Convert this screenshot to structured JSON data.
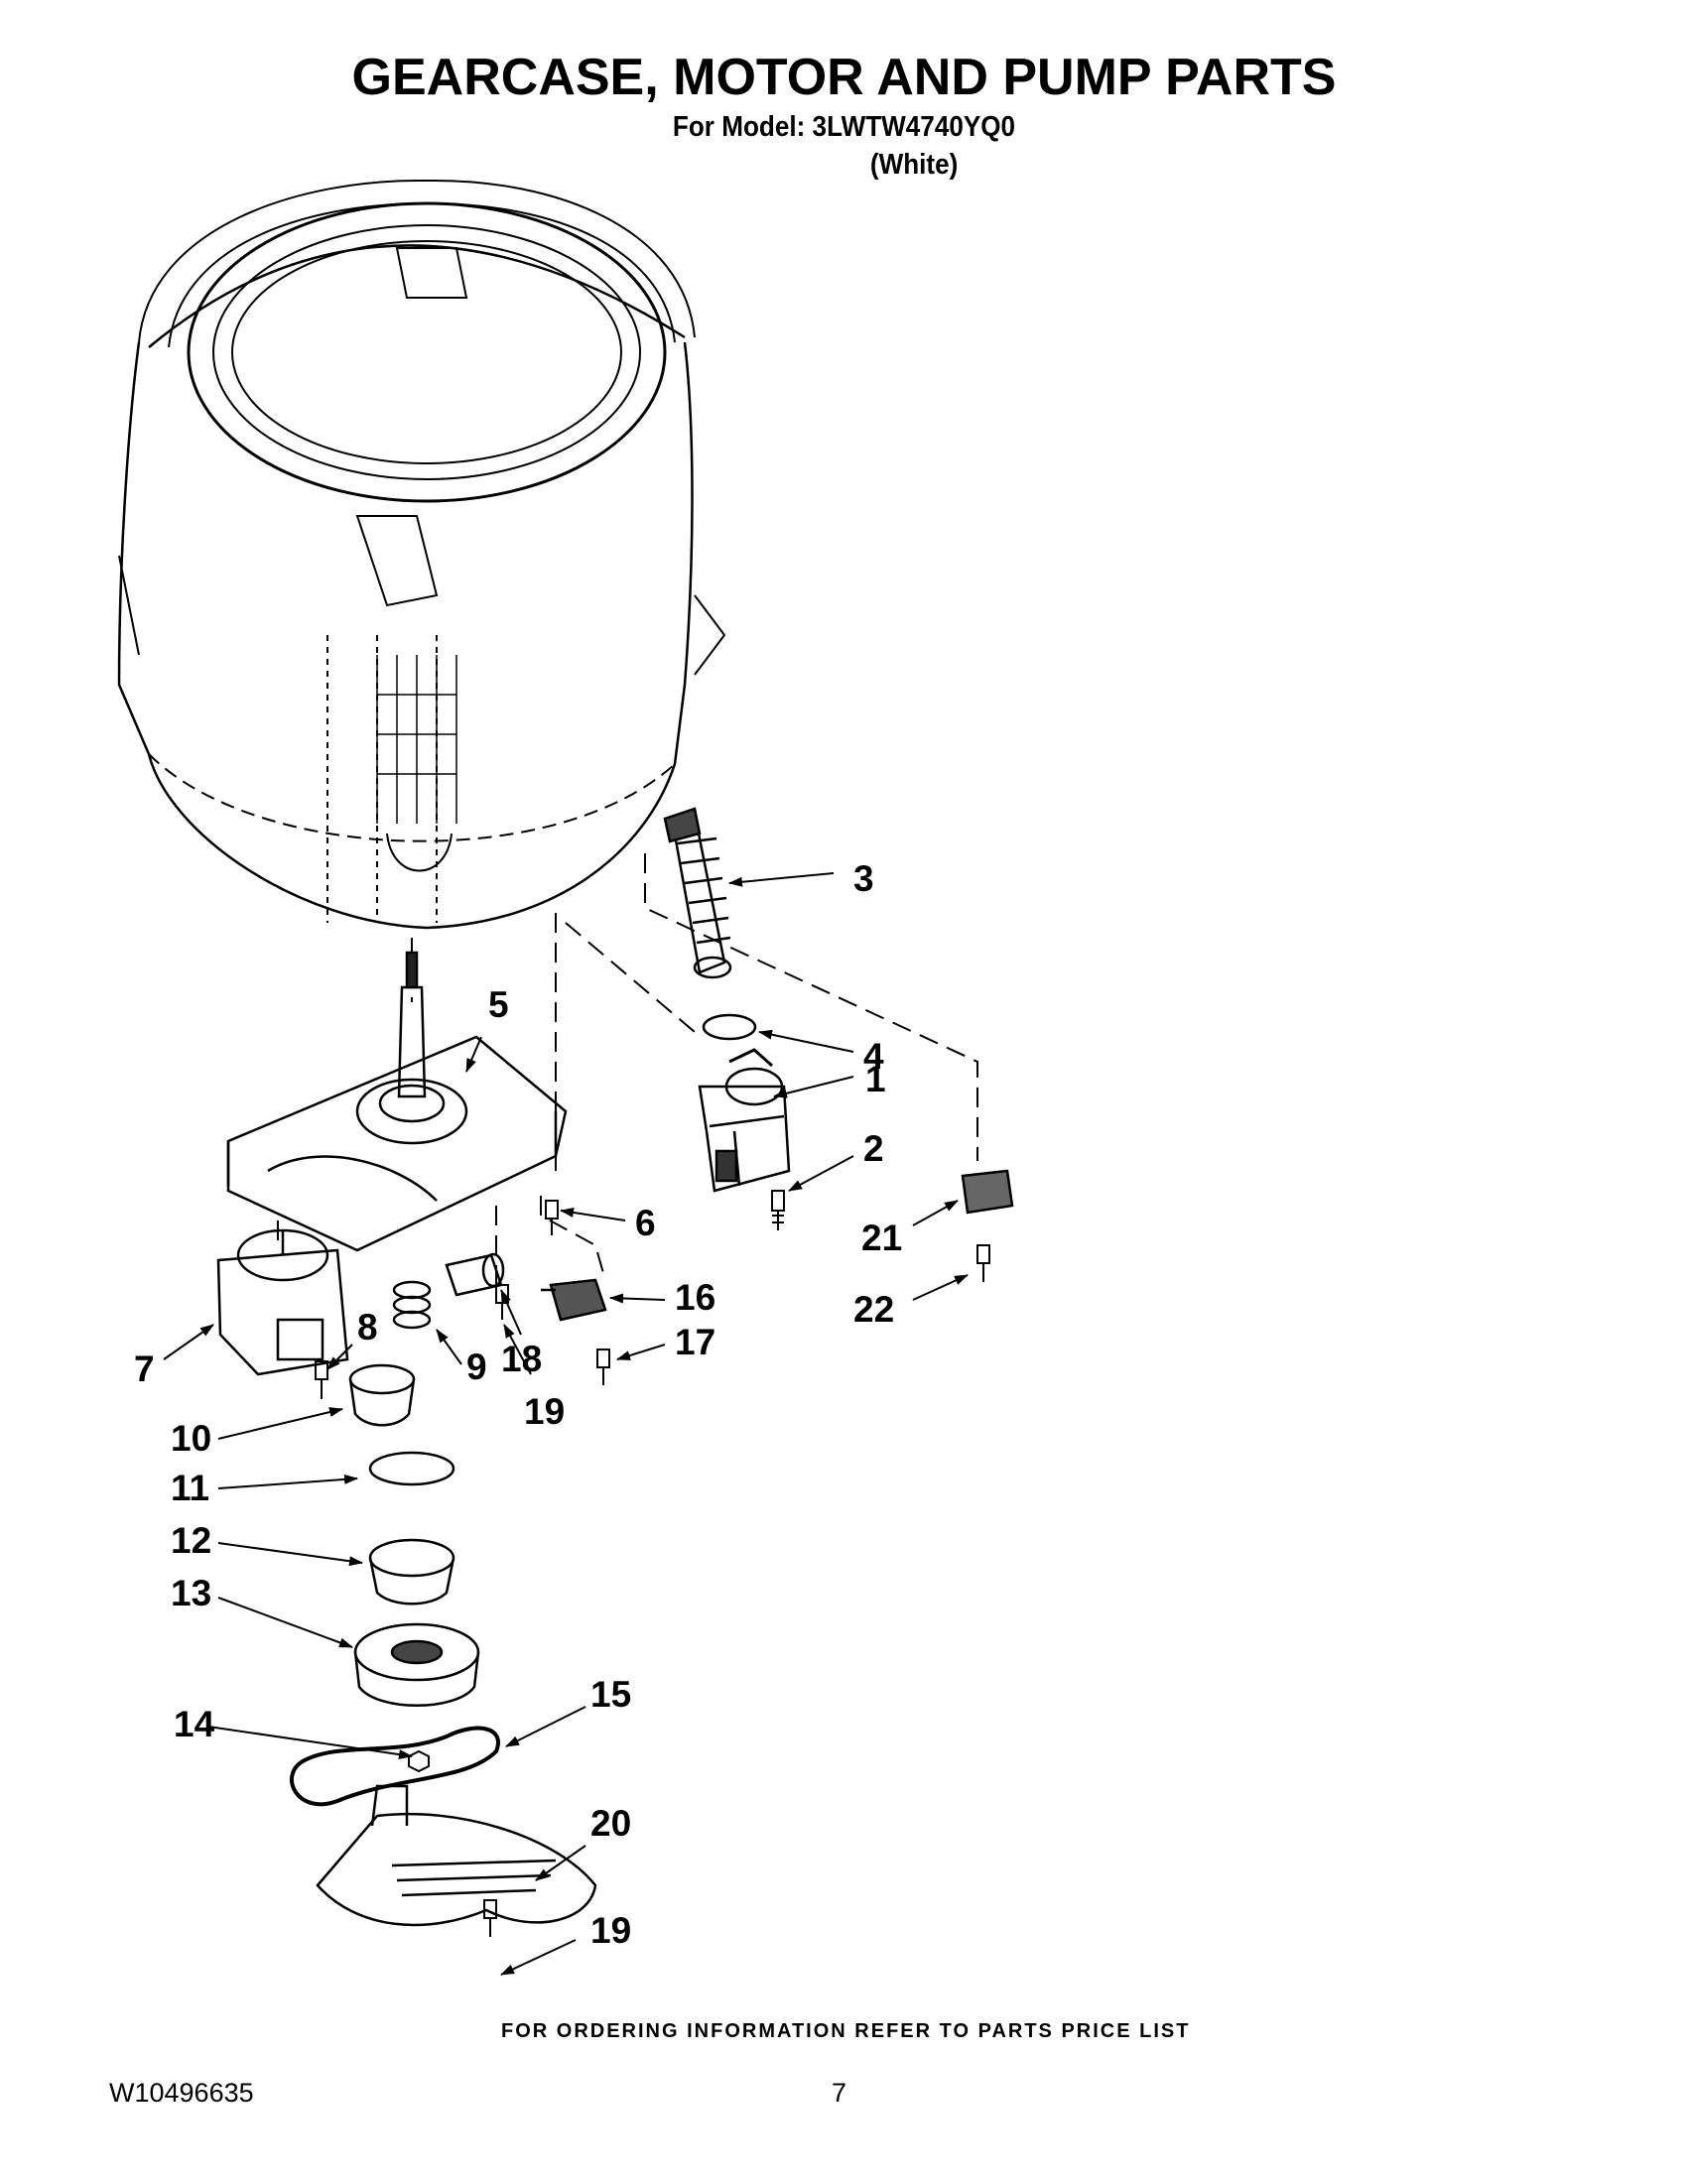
{
  "header": {
    "title": "GEARCASE, MOTOR AND PUMP PARTS",
    "model_line": "For Model: 3LWTW4740YQ0",
    "color_note": "(White)"
  },
  "callouts": [
    "1",
    "2",
    "3",
    "4",
    "5",
    "6",
    "7",
    "8",
    "9",
    "10",
    "11",
    "12",
    "13",
    "14",
    "15",
    "16",
    "17",
    "18",
    "19",
    "19",
    "20",
    "21",
    "22"
  ],
  "footer": {
    "ordering_note": "FOR ORDERING INFORMATION REFER TO PARTS PRICE LIST",
    "doc_number": "W10496635",
    "page_number": "7"
  }
}
